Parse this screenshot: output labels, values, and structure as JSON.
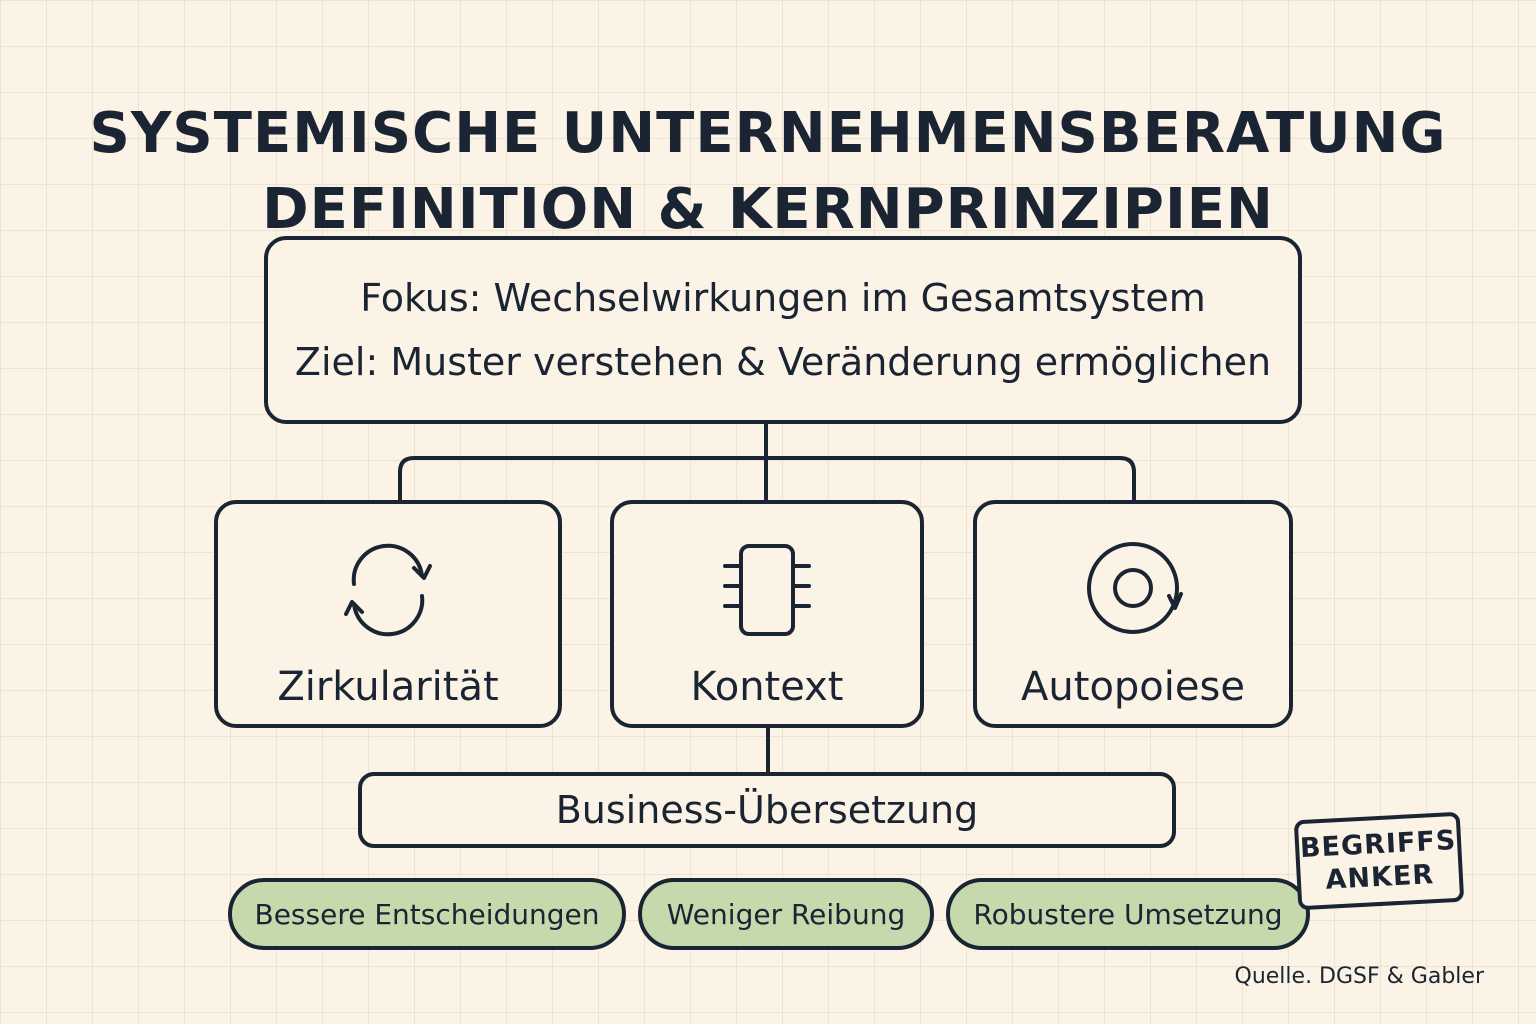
{
  "title": {
    "line1": "SYSTEMISCHE UNTERNEHMENSBERATUNG",
    "line2": "DEFINITION & KERNPRINZIPIEN"
  },
  "definition": {
    "fokus": "Fokus: Wechselwirkungen im Gesamtsystem",
    "ziel": "Ziel: Muster verstehen & Veränderung ermöglichen"
  },
  "principles": [
    {
      "label": "Zirkularität",
      "icon": "circular-arrows-icon"
    },
    {
      "label": "Kontext",
      "icon": "chip-icon"
    },
    {
      "label": "Autopoiese",
      "icon": "self-loop-icon"
    }
  ],
  "business": {
    "label": "Business-Übersetzung"
  },
  "outcomes": [
    "Bessere Entscheidungen",
    "Weniger Reibung",
    "Robustere Umsetzung"
  ],
  "stamp": {
    "line1": "BEGRIFFS",
    "line2": "ANKER"
  },
  "source": "Quelle. DGSF & Gabler",
  "colors": {
    "background": "#fbf4e6",
    "ink": "#1b2433",
    "pill_fill": "#c5d9ad",
    "grid": "#ece3d3"
  }
}
